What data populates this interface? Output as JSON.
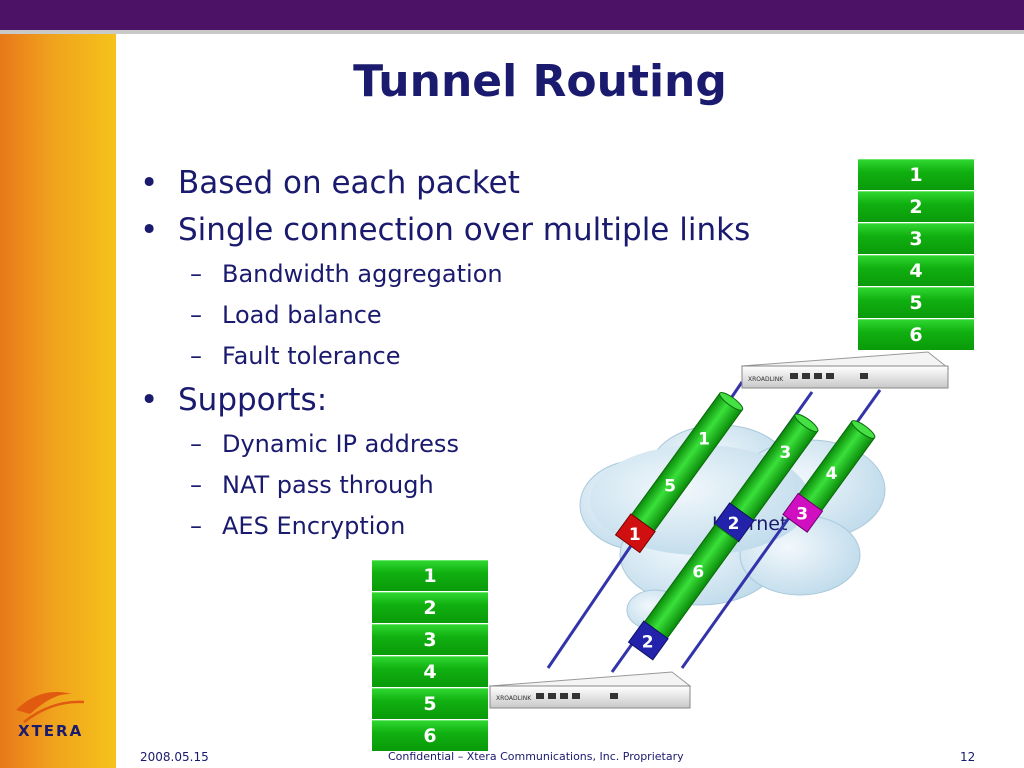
{
  "slide": {
    "title": "Tunnel Routing",
    "bullets": [
      {
        "text": "Based on each packet"
      },
      {
        "text": "Single connection over multiple links"
      },
      {
        "text": "Bandwidth aggregation"
      },
      {
        "text": "Load balance"
      },
      {
        "text": "Fault tolerance"
      },
      {
        "text": "Supports:"
      },
      {
        "text": "Dynamic IP address"
      },
      {
        "text": "NAT pass through"
      },
      {
        "text": "AES Encryption"
      }
    ]
  },
  "diagram": {
    "top_stack": [
      "1",
      "2",
      "3",
      "4",
      "5",
      "6"
    ],
    "bottom_stack": [
      "1",
      "2",
      "3",
      "4",
      "5",
      "6"
    ],
    "cloud_label": "Internet",
    "device_brand": "XROADLINK",
    "tunnel_labels": {
      "t1_upper": "1",
      "t1_lower": "5",
      "t1_packet": "1",
      "t2_upper": "3",
      "t2_middle": "2",
      "t2_lower": "6",
      "t2_packet": "2",
      "t3_upper": "4",
      "t3_packet": "3"
    },
    "colors": {
      "tube_green": "#12b012",
      "packet_red": "#d01010",
      "packet_blue": "#2222aa",
      "packet_magenta": "#d010c0",
      "link_blue": "#3333aa"
    }
  },
  "logo": {
    "text": "XTERA"
  },
  "footer": {
    "date": "2008.05.15",
    "confidential": "Confidential – Xtera Communications, Inc. Proprietary",
    "page": "12"
  },
  "theme": {
    "title_color": "#1a1a6e",
    "topbar": "#4b1266"
  }
}
